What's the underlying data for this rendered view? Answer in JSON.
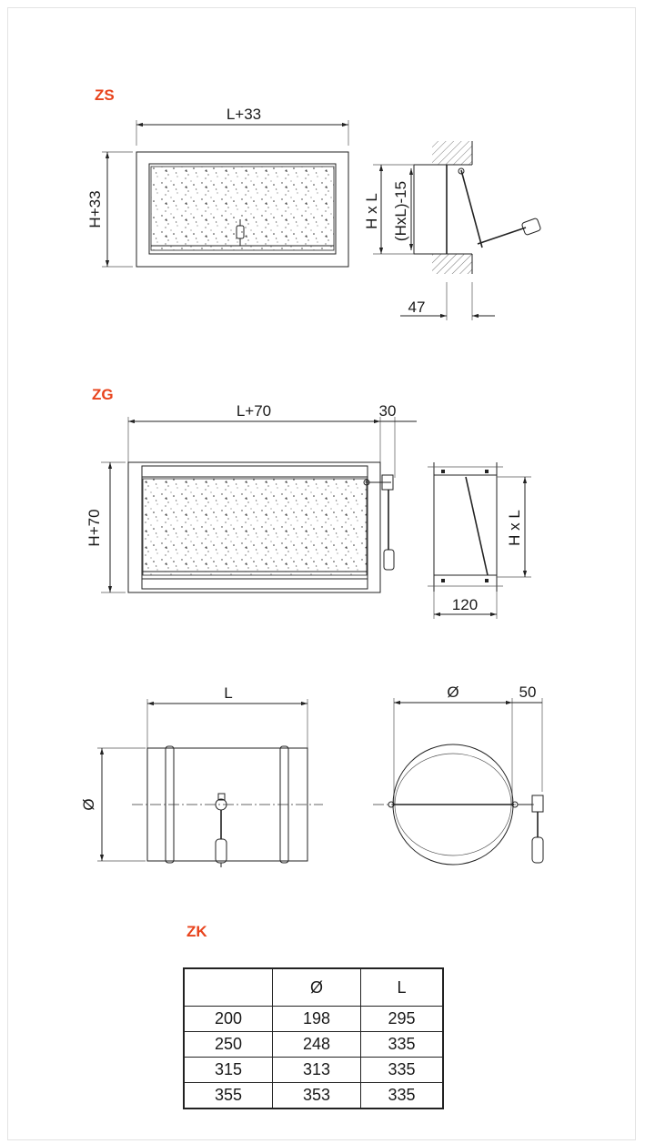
{
  "sections": {
    "zs": {
      "label": "ZS",
      "dims": {
        "width": "L+33",
        "height": "H+33",
        "hxl": "H x L",
        "inner": "(HxL)-15",
        "depth": "47"
      }
    },
    "zg": {
      "label": "ZG",
      "dims": {
        "width": "L+70",
        "handle": "30",
        "height": "H+70",
        "hxl": "H x L",
        "depth": "120"
      }
    },
    "zk": {
      "label": "ZK",
      "dims": {
        "length": "L",
        "diameter_side": "Ø",
        "diameter_front": "Ø",
        "handle": "50"
      }
    }
  },
  "colors": {
    "accent": "#e8431c",
    "line": "#222222"
  },
  "table": {
    "headers": [
      "",
      "Ø",
      "L"
    ],
    "rows": [
      [
        "200",
        "198",
        "295"
      ],
      [
        "250",
        "248",
        "335"
      ],
      [
        "315",
        "313",
        "335"
      ],
      [
        "355",
        "353",
        "335"
      ]
    ]
  }
}
